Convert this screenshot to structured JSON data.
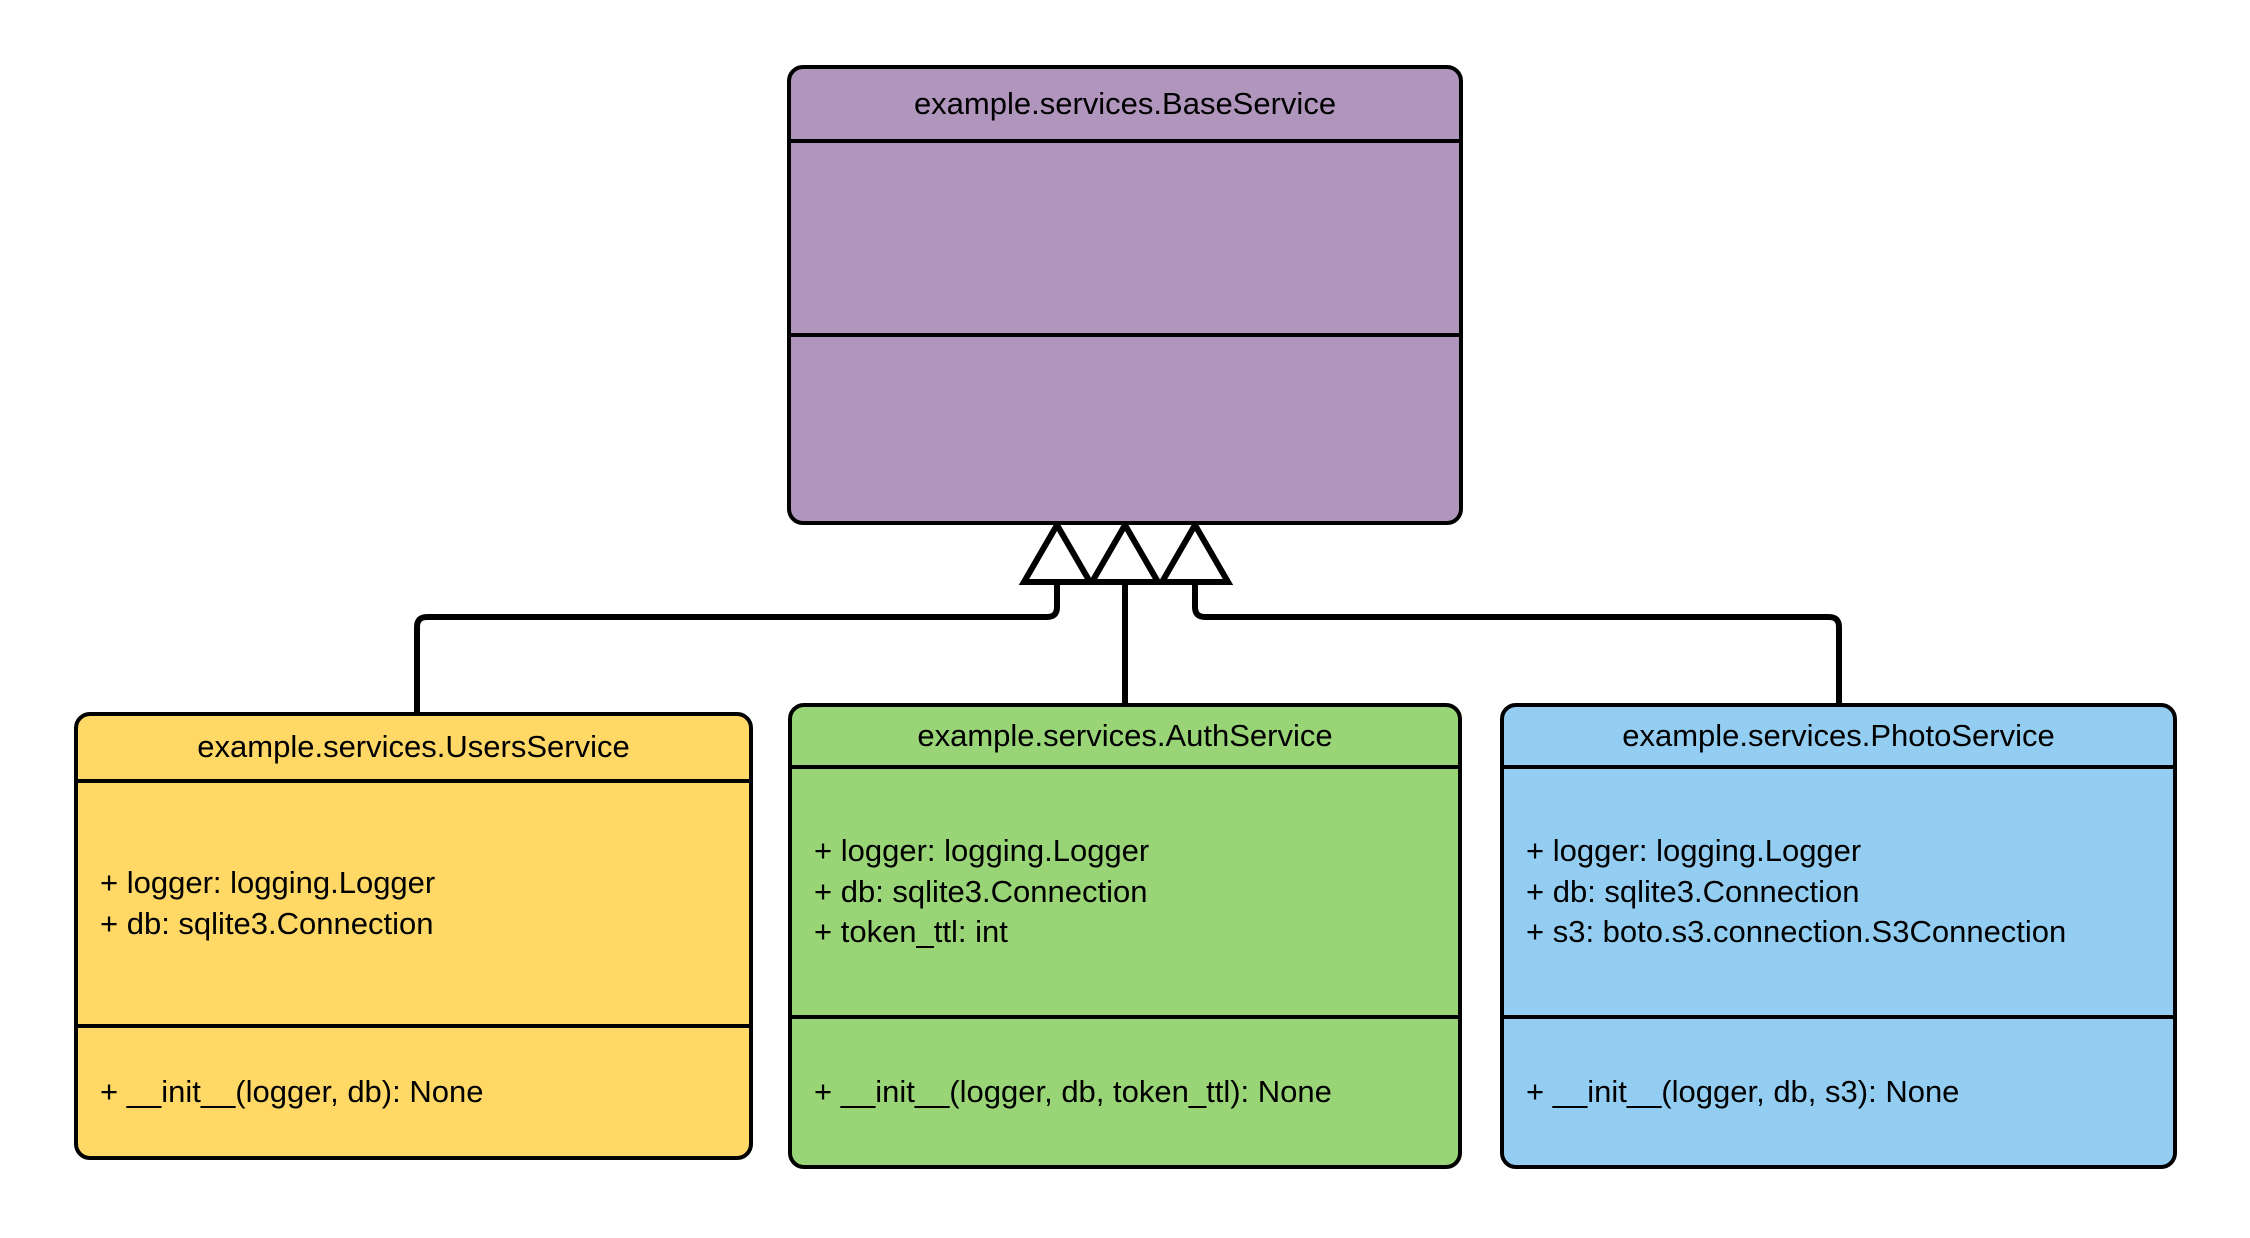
{
  "diagram": {
    "type": "uml-class-diagram",
    "background_color": "#ffffff",
    "line_color": "#000000",
    "relationship_kind": "generalization",
    "classes": [
      {
        "id": "baseservice",
        "name": "example.services.BaseService",
        "fill_color": "#b095bd",
        "attributes": [],
        "methods": []
      },
      {
        "id": "usersservice",
        "name": "example.services.UsersService",
        "fill_color": "#ffd866",
        "attributes": [
          "+ logger: logging.Logger",
          "+ db: sqlite3.Connection"
        ],
        "methods": [
          "+ __init__(logger, db): None"
        ]
      },
      {
        "id": "authservice",
        "name": "example.services.AuthService",
        "fill_color": "#99d477",
        "attributes": [
          "+ logger: logging.Logger",
          "+ db: sqlite3.Connection",
          "+ token_ttl: int"
        ],
        "methods": [
          "+ __init__(logger, db, token_ttl): None"
        ]
      },
      {
        "id": "photoservice",
        "name": "example.services.PhotoService",
        "fill_color": "#93cdf2",
        "attributes": [
          "+ logger: logging.Logger",
          "+ db: sqlite3.Connection",
          "+ s3: boto.s3.connection.S3Connection"
        ],
        "methods": [
          "+ __init__(logger, db, s3): None"
        ]
      }
    ],
    "relationships": [
      {
        "from": "usersservice",
        "to": "baseservice",
        "kind": "generalization"
      },
      {
        "from": "authservice",
        "to": "baseservice",
        "kind": "generalization"
      },
      {
        "from": "photoservice",
        "to": "baseservice",
        "kind": "generalization"
      }
    ]
  }
}
